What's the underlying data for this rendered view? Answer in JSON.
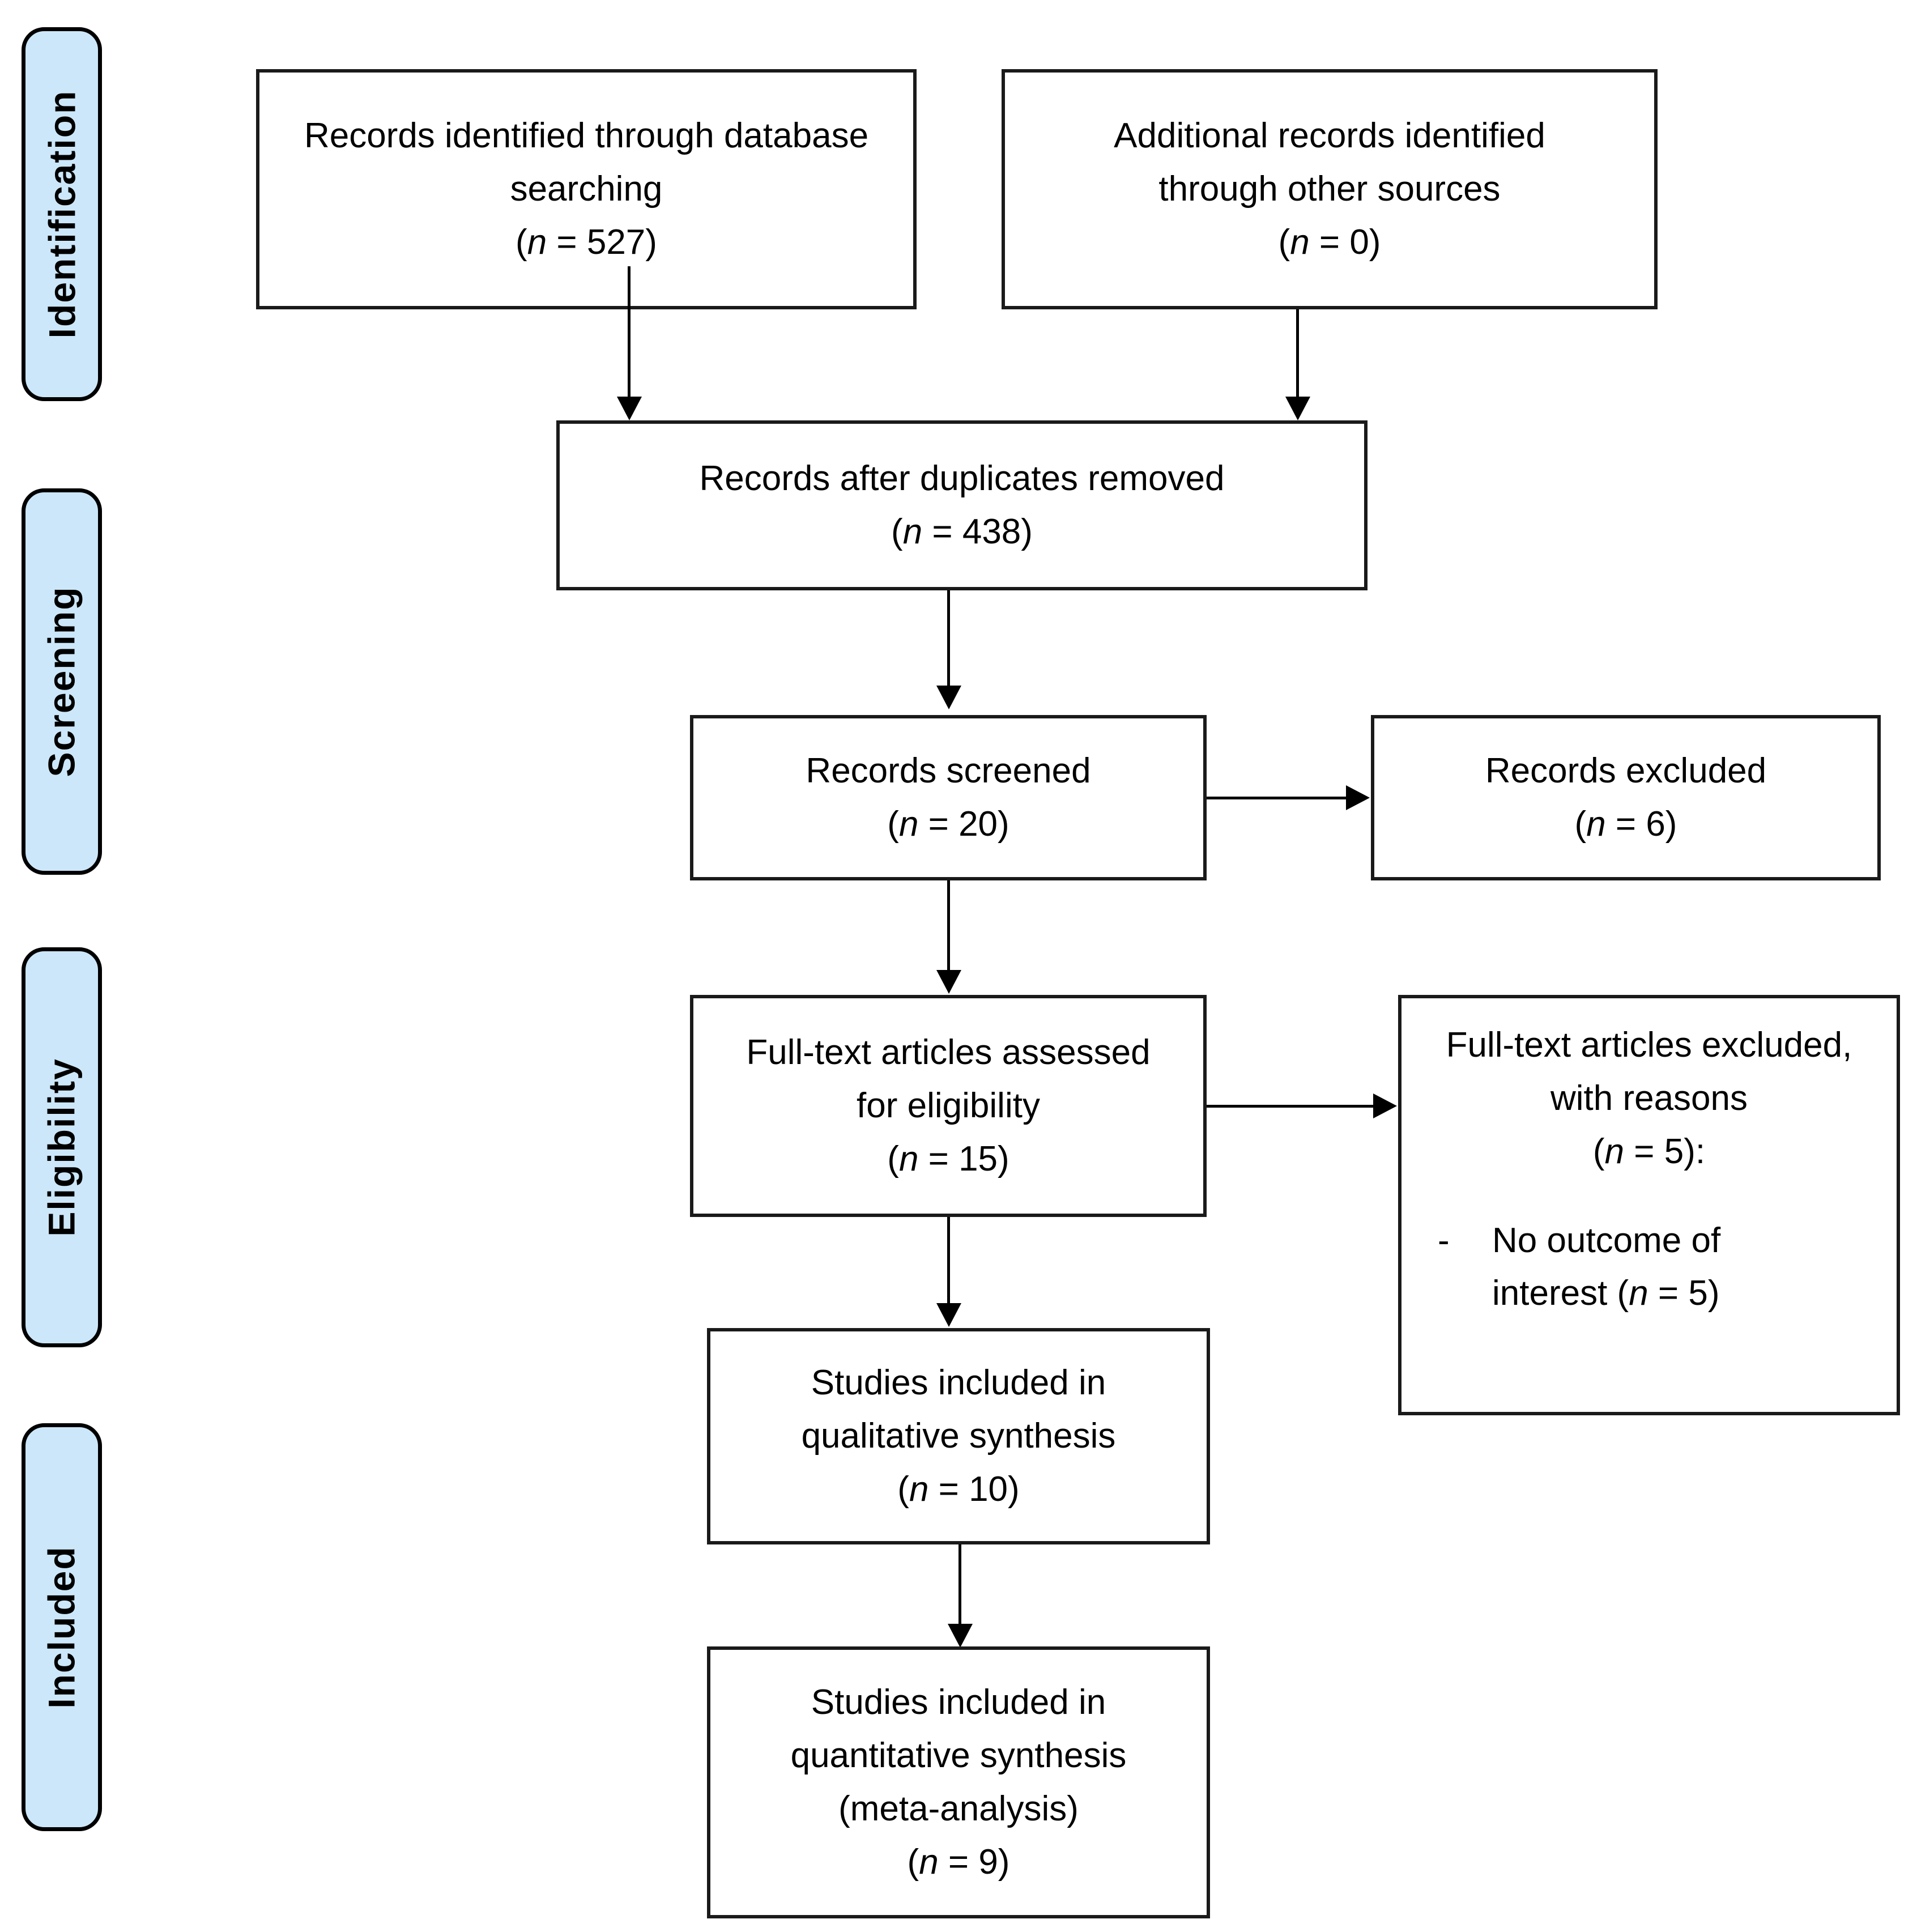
{
  "diagram": {
    "type": "prisma-flow-diagram",
    "accent_color": "#CCE7F9",
    "border_color": "#000000"
  },
  "stages": [
    {
      "label": "Identification"
    },
    {
      "label": "Screening"
    },
    {
      "label": "Eligibility"
    },
    {
      "label": "Included"
    }
  ],
  "boxes": {
    "db_search": {
      "line1": "Records identified through database",
      "line2": "searching",
      "count_open": "(",
      "count_n": "n",
      "count_eq": " = 527)"
    },
    "other_sources": {
      "line1": "Additional records identified",
      "line2": "through other sources",
      "count_open": "(",
      "count_n": "n",
      "count_eq": " = 0)"
    },
    "duplicates_removed": {
      "line1": "Records after duplicates removed",
      "count_open": "(",
      "count_n": "n",
      "count_eq": " = 438)"
    },
    "records_screened": {
      "line1": "Records screened",
      "count_open": "(",
      "count_n": "n",
      "count_eq": " = 20)"
    },
    "records_excluded": {
      "line1": "Records excluded",
      "count_open": "(",
      "count_n": "n",
      "count_eq": " = 6)"
    },
    "fulltext_assessed": {
      "line1": "Full-text articles assessed",
      "line2": "for eligibility",
      "count_open": "(",
      "count_n": "n",
      "count_eq": " = 15)"
    },
    "fulltext_excluded": {
      "line1": "Full-text articles excluded,",
      "line2": "with reasons",
      "count_open": "(",
      "count_n": "n",
      "count_eq": " = 5):",
      "reason_dash": "-",
      "reason_line1": "No outcome of",
      "reason_line2_pre": "interest (",
      "reason_line2_n": "n",
      "reason_line2_post": " = 5)"
    },
    "qualitative": {
      "line1": "Studies included in",
      "line2": "qualitative synthesis",
      "count_open": "(",
      "count_n": "n",
      "count_eq": " = 10)"
    },
    "quantitative": {
      "line1": "Studies included in",
      "line2": "quantitative synthesis",
      "line3": "(meta-analysis)",
      "count_open": "(",
      "count_n": "n",
      "count_eq": " = 9)"
    }
  }
}
